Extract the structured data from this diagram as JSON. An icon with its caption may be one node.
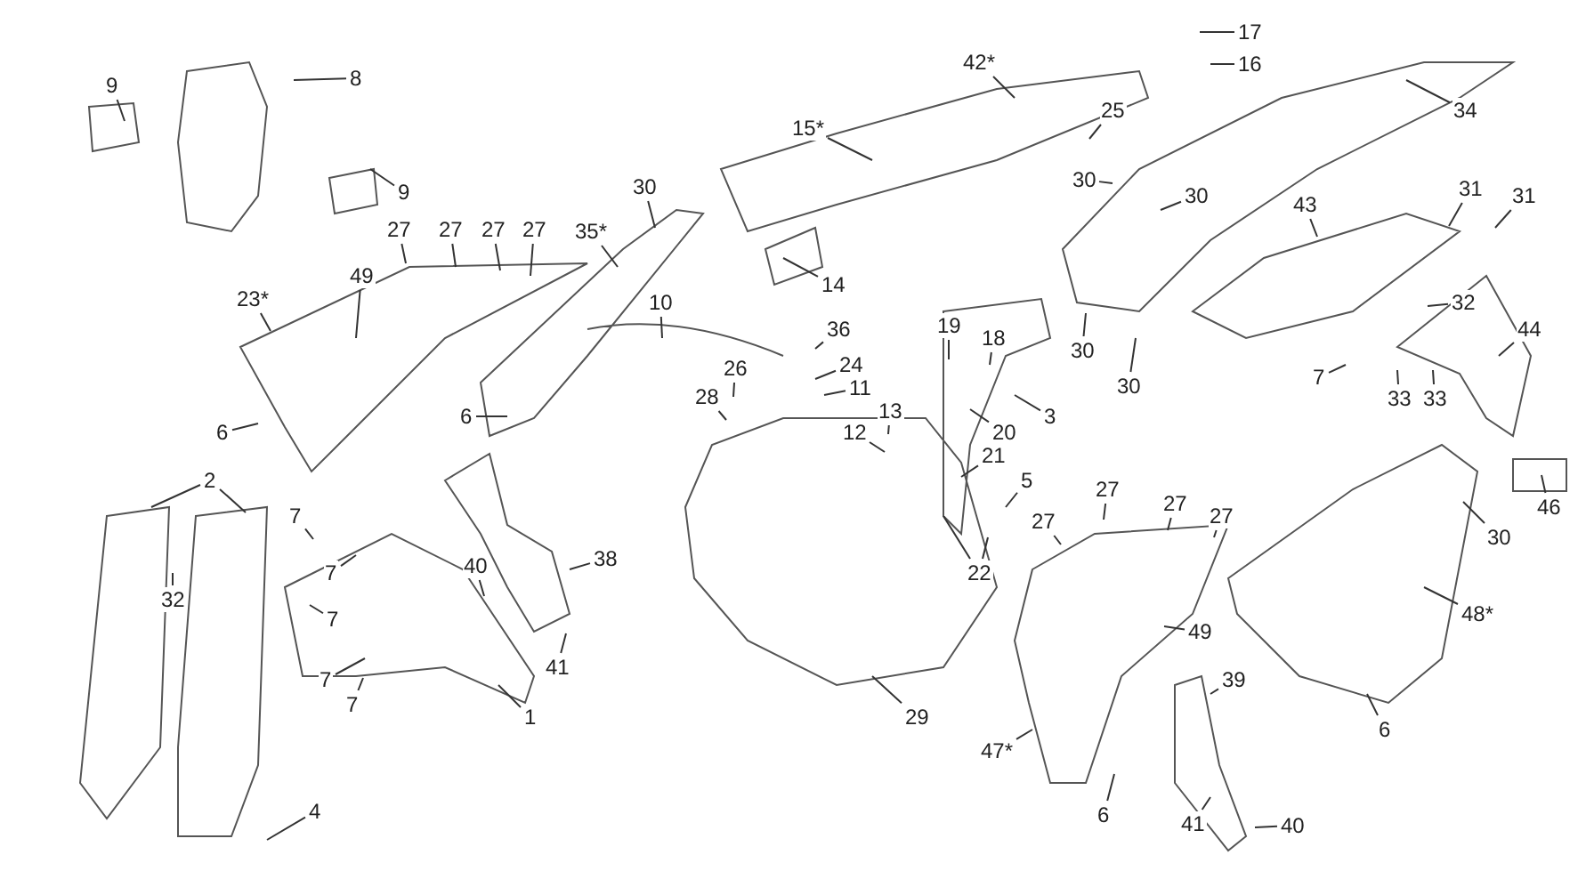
{
  "diagram": {
    "nodes": [
      {
        "text": [
          "9"
        ]
      },
      {
        "text": [
          "8"
        ]
      },
      {
        "text": [
          "9"
        ]
      },
      {
        "text": [
          "27"
        ]
      },
      {
        "text": [
          "27"
        ]
      },
      {
        "text": [
          "27"
        ]
      },
      {
        "text": [
          "27"
        ]
      },
      {
        "text": [
          "49"
        ]
      },
      {
        "text": [
          "23*"
        ]
      },
      {
        "text": [
          "6"
        ]
      },
      {
        "text": [
          "2"
        ]
      },
      {
        "text": [
          "7"
        ]
      },
      {
        "text": [
          "7"
        ]
      },
      {
        "text": [
          "32"
        ]
      },
      {
        "text": [
          "7"
        ]
      },
      {
        "text": [
          "7"
        ]
      },
      {
        "text": [
          "7"
        ]
      },
      {
        "text": [
          "1"
        ]
      },
      {
        "text": [
          "4"
        ]
      },
      {
        "text": [
          "30"
        ]
      },
      {
        "text": [
          "35*"
        ]
      },
      {
        "text": [
          "6"
        ]
      },
      {
        "text": [
          "10"
        ]
      },
      {
        "text": [
          "14"
        ]
      },
      {
        "text": [
          "15*"
        ]
      },
      {
        "text": [
          "42*"
        ]
      },
      {
        "text": [
          "17"
        ]
      },
      {
        "text": [
          "16"
        ]
      },
      {
        "text": [
          "25"
        ]
      },
      {
        "text": [
          "34"
        ]
      },
      {
        "text": [
          "30"
        ]
      },
      {
        "text": [
          "30"
        ]
      },
      {
        "text": [
          "30"
        ]
      },
      {
        "text": [
          "30"
        ]
      },
      {
        "text": [
          "43"
        ]
      },
      {
        "text": [
          "31"
        ]
      },
      {
        "text": [
          "31"
        ]
      },
      {
        "text": [
          "32"
        ]
      },
      {
        "text": [
          "44"
        ]
      },
      {
        "text": [
          "7"
        ]
      },
      {
        "text": [
          "33"
        ]
      },
      {
        "text": [
          "33"
        ]
      },
      {
        "text": [
          "46"
        ]
      },
      {
        "text": [
          "30"
        ]
      },
      {
        "text": [
          "48*"
        ]
      },
      {
        "text": [
          "6"
        ]
      },
      {
        "text": [
          "36"
        ]
      },
      {
        "text": [
          "24"
        ]
      },
      {
        "text": [
          "11"
        ]
      },
      {
        "text": [
          "26"
        ]
      },
      {
        "text": [
          "28"
        ]
      },
      {
        "text": [
          "13"
        ]
      },
      {
        "text": [
          "12"
        ]
      },
      {
        "text": [
          "19"
        ]
      },
      {
        "text": [
          "18"
        ]
      },
      {
        "text": [
          "20"
        ]
      },
      {
        "text": [
          "3"
        ]
      },
      {
        "text": [
          "21"
        ]
      },
      {
        "text": [
          "5"
        ]
      },
      {
        "text": [
          "22"
        ]
      },
      {
        "text": [
          "27"
        ]
      },
      {
        "text": [
          "27"
        ]
      },
      {
        "text": [
          "27"
        ]
      },
      {
        "text": [
          "27"
        ]
      },
      {
        "text": [
          "49"
        ]
      },
      {
        "text": [
          "47*"
        ]
      },
      {
        "text": [
          "6"
        ]
      },
      {
        "text": [
          "39"
        ]
      },
      {
        "text": [
          "41"
        ]
      },
      {
        "text": [
          "40"
        ]
      },
      {
        "text": [
          "38"
        ]
      },
      {
        "text": [
          "40"
        ]
      },
      {
        "text": [
          "41"
        ]
      },
      {
        "text": [
          "29"
        ]
      }
    ],
    "edges": [
      {
        "from": 0,
        "to": null,
        "arrow": "none"
      },
      {
        "from": 1,
        "to": null,
        "arrow": "none"
      },
      {
        "from": 2,
        "to": null,
        "arrow": "none"
      },
      {
        "from": 3,
        "to": null,
        "arrow": "none"
      },
      {
        "from": 4,
        "to": null,
        "arrow": "none"
      },
      {
        "from": 5,
        "to": null,
        "arrow": "none"
      },
      {
        "from": 6,
        "to": null,
        "arrow": "none"
      },
      {
        "from": 7,
        "to": null,
        "arrow": "none"
      },
      {
        "from": 8,
        "to": null,
        "arrow": "none"
      },
      {
        "from": 9,
        "to": null,
        "arrow": "none"
      },
      {
        "from": 10,
        "to": null,
        "arrow": "none"
      },
      {
        "from": 10,
        "to": null,
        "arrow": "none"
      },
      {
        "from": 11,
        "to": null,
        "arrow": "none"
      },
      {
        "from": 12,
        "to": null,
        "arrow": "none"
      },
      {
        "from": 13,
        "to": null,
        "arrow": "none"
      },
      {
        "from": 14,
        "to": null,
        "arrow": "none"
      },
      {
        "from": 15,
        "to": null,
        "arrow": "none"
      },
      {
        "from": 16,
        "to": null,
        "arrow": "none"
      },
      {
        "from": 17,
        "to": null,
        "arrow": "none"
      },
      {
        "from": 18,
        "to": null,
        "arrow": "none"
      },
      {
        "from": 19,
        "to": null,
        "arrow": "none"
      },
      {
        "from": 20,
        "to": null,
        "arrow": "none"
      },
      {
        "from": 21,
        "to": null,
        "arrow": "none"
      },
      {
        "from": 22,
        "to": null,
        "arrow": "none"
      },
      {
        "from": 23,
        "to": null,
        "arrow": "none"
      },
      {
        "from": 24,
        "to": null,
        "arrow": "none"
      },
      {
        "from": 25,
        "to": null,
        "arrow": "none"
      },
      {
        "from": 26,
        "to": null,
        "arrow": "none"
      },
      {
        "from": 27,
        "to": null,
        "arrow": "none"
      },
      {
        "from": 28,
        "to": null,
        "arrow": "none"
      },
      {
        "from": 29,
        "to": null,
        "arrow": "none"
      },
      {
        "from": 30,
        "to": null,
        "arrow": "none"
      },
      {
        "from": 31,
        "to": null,
        "arrow": "none"
      },
      {
        "from": 32,
        "to": null,
        "arrow": "none"
      },
      {
        "from": 33,
        "to": null,
        "arrow": "none"
      },
      {
        "from": 34,
        "to": null,
        "arrow": "none"
      },
      {
        "from": 35,
        "to": null,
        "arrow": "none"
      },
      {
        "from": 36,
        "to": null,
        "arrow": "none"
      },
      {
        "from": 37,
        "to": null,
        "arrow": "none"
      },
      {
        "from": 38,
        "to": null,
        "arrow": "none"
      },
      {
        "from": 39,
        "to": null,
        "arrow": "none"
      },
      {
        "from": 40,
        "to": null,
        "arrow": "none"
      },
      {
        "from": 41,
        "to": null,
        "arrow": "none"
      },
      {
        "from": 42,
        "to": null,
        "arrow": "none"
      },
      {
        "from": 43,
        "to": null,
        "arrow": "none"
      },
      {
        "from": 44,
        "to": null,
        "arrow": "none"
      },
      {
        "from": 45,
        "to": null,
        "arrow": "none"
      },
      {
        "from": 46,
        "to": null,
        "arrow": "none"
      },
      {
        "from": 47,
        "to": null,
        "arrow": "none"
      },
      {
        "from": 48,
        "to": null,
        "arrow": "none"
      },
      {
        "from": 49,
        "to": null,
        "arrow": "none"
      },
      {
        "from": 50,
        "to": null,
        "arrow": "none"
      },
      {
        "from": 51,
        "to": null,
        "arrow": "none"
      },
      {
        "from": 52,
        "to": null,
        "arrow": "none"
      },
      {
        "from": 53,
        "to": null,
        "arrow": "none"
      },
      {
        "from": 54,
        "to": null,
        "arrow": "none"
      },
      {
        "from": 55,
        "to": null,
        "arrow": "none"
      },
      {
        "from": 56,
        "to": null,
        "arrow": "none"
      },
      {
        "from": 57,
        "to": null,
        "arrow": "none"
      },
      {
        "from": 58,
        "to": null,
        "arrow": "none"
      },
      {
        "from": 59,
        "to": null,
        "arrow": "none"
      },
      {
        "from": 59,
        "to": null,
        "arrow": "none"
      },
      {
        "from": 60,
        "to": null,
        "arrow": "none"
      },
      {
        "from": 61,
        "to": null,
        "arrow": "none"
      },
      {
        "from": 62,
        "to": null,
        "arrow": "none"
      },
      {
        "from": 63,
        "to": null,
        "arrow": "none"
      },
      {
        "from": 64,
        "to": null,
        "arrow": "none"
      },
      {
        "from": 65,
        "to": null,
        "arrow": "none"
      },
      {
        "from": 66,
        "to": null,
        "arrow": "none"
      },
      {
        "from": 67,
        "to": null,
        "arrow": "none"
      },
      {
        "from": 68,
        "to": null,
        "arrow": "none"
      },
      {
        "from": 69,
        "to": null,
        "arrow": "none"
      },
      {
        "from": 70,
        "to": null,
        "arrow": "none"
      },
      {
        "from": 71,
        "to": null,
        "arrow": "none"
      },
      {
        "from": 72,
        "to": null,
        "arrow": "none"
      },
      {
        "from": 73,
        "to": null,
        "arrow": "none"
      }
    ]
  }
}
